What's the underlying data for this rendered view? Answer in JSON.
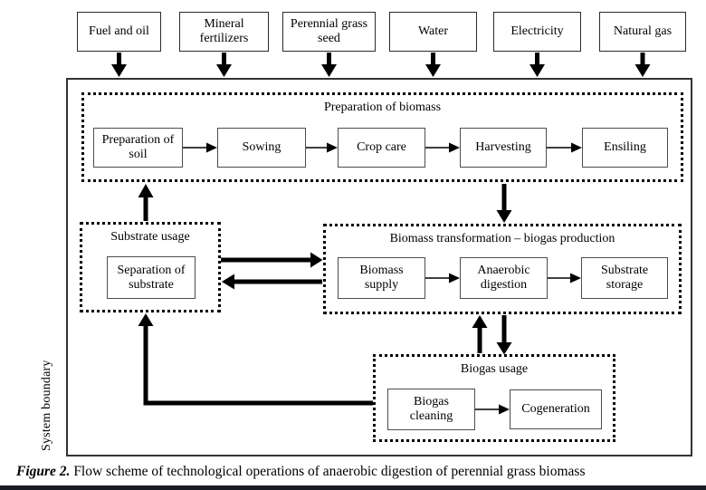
{
  "figure": {
    "caption_prefix": "Figure 2.",
    "caption_text": " Flow scheme of technological operations of anaerobic digestion of perennial grass biomass"
  },
  "system": {
    "boundary_label": "System boundary"
  },
  "inputs": [
    {
      "label": "Fuel and oil"
    },
    {
      "label": "Mineral\nfertilizers"
    },
    {
      "label": "Perennial grass\nseed"
    },
    {
      "label": "Water"
    },
    {
      "label": "Electricity"
    },
    {
      "label": "Natural gas"
    }
  ],
  "groups": {
    "preparation": {
      "title": "Preparation of biomass",
      "steps": [
        "Preparation of\nsoil",
        "Sowing",
        "Crop care",
        "Harvesting",
        "Ensiling"
      ]
    },
    "substrate_usage": {
      "title": "Substrate usage",
      "steps": [
        "Separation of\nsubstrate"
      ]
    },
    "transformation": {
      "title": "Biomass transformation – biogas production",
      "steps": [
        "Biomass\nsupply",
        "Anaerobic\ndigestion",
        "Substrate\nstorage"
      ]
    },
    "biogas_usage": {
      "title": "Biogas usage",
      "steps": [
        "Biogas\ncleaning",
        "Cogeneration"
      ]
    }
  },
  "colors": {
    "line": "#000000",
    "process_box_border": "#4d4d4d",
    "boundary_border": "#333333",
    "bottom_bar": "#1b1b25",
    "background": "#ffffff"
  }
}
